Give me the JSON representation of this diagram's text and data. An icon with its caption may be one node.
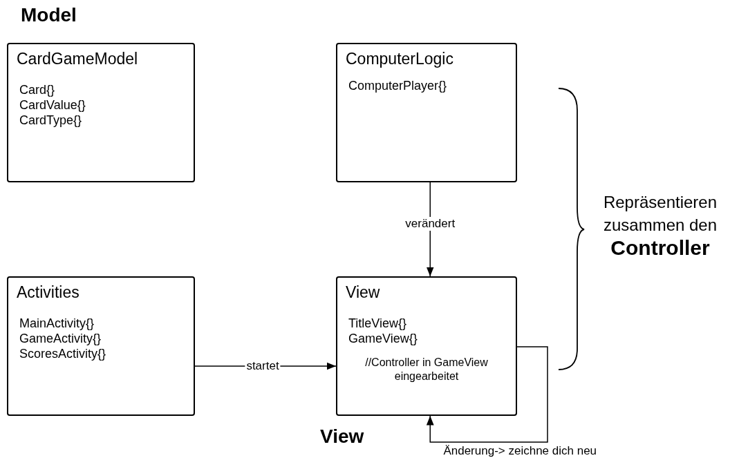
{
  "diagram": {
    "nodes": [
      {
        "text": [
          "CardGameModel",
          "Card{}",
          "CardValue{}",
          "CardType{}"
        ]
      },
      {
        "text": [
          "ComputerLogic",
          "ComputerPlayer{}"
        ]
      },
      {
        "text": [
          "Activities",
          "MainActivity{}",
          "GameActivity{}",
          "ScoresActivity{}"
        ]
      },
      {
        "text": [
          "View",
          "TitleView{}",
          "GameView{}",
          "//Controller in GameView eingearbeitet"
        ]
      }
    ],
    "edges": [
      {
        "from": 1,
        "to": 3,
        "arrow": "to",
        "label": "verändert"
      },
      {
        "from": 2,
        "to": 3,
        "arrow": "to",
        "label": "startet"
      },
      {
        "from": 3,
        "to": 3,
        "arrow": "to",
        "label": "Änderung-> zeichne dich neu"
      }
    ],
    "labels": [
      "Model",
      "View",
      "Repräsentieren zusammen den **Controller**"
    ]
  }
}
